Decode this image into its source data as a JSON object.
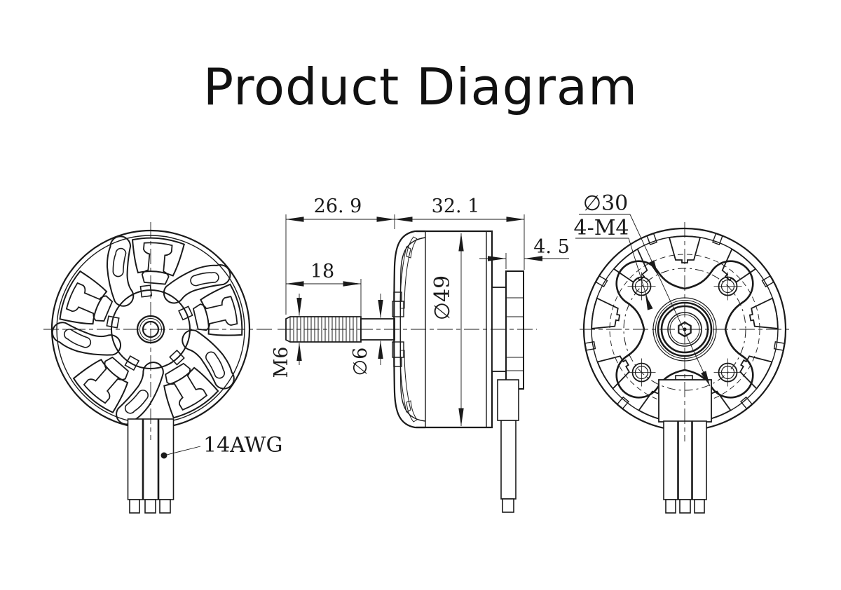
{
  "title": "Product Diagram",
  "front_view": {
    "wire_gauge": "14AWG"
  },
  "side_view": {
    "shaft_length": "26. 9",
    "body_length": "32. 1",
    "thread_length": "18",
    "flange_offset": "4. 5",
    "body_diameter": "∅49",
    "shaft_diameter": "∅6",
    "thread_spec": "M6"
  },
  "rear_view": {
    "bolt_circle": "∅30",
    "mount_holes": "4-M4"
  },
  "colors": {
    "line": "#1a1a1a",
    "background": "#ffffff"
  }
}
